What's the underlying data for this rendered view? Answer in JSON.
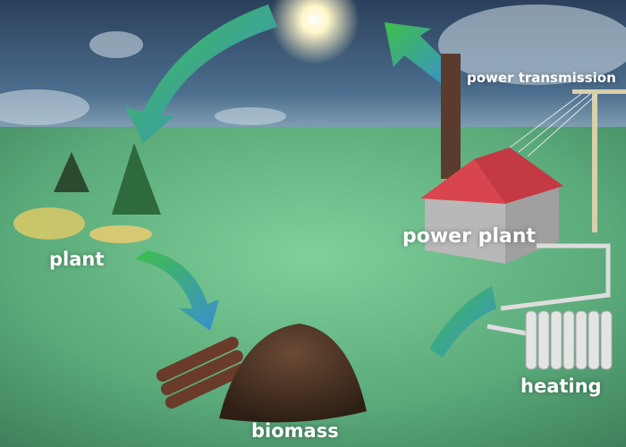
{
  "labels": {
    "power_transmission": "power transmission",
    "power_plant": "power plant",
    "plant": "plant",
    "heating": "heating",
    "biomass": "biomass"
  },
  "colors": {
    "sky": "#2f4c6a",
    "ground": "#5fae7f",
    "roof": "#d9454f",
    "arrow_green": "#3fbf4a",
    "arrow_blue": "#3a8fd0"
  }
}
